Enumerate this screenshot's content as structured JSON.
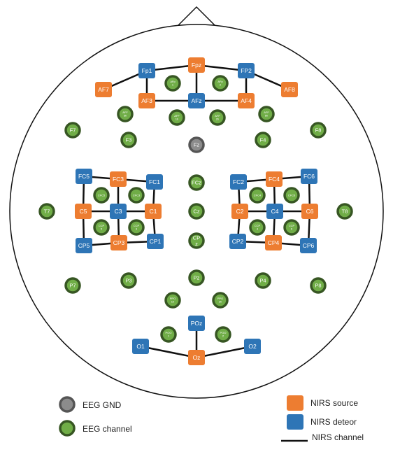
{
  "colors": {
    "source": "#ED7D31",
    "detector": "#2E75B6",
    "eeg_fill": "#70AD47",
    "eeg_ring": "#375623",
    "gnd_fill": "#8C8C8C",
    "gnd_ring": "#555555",
    "line": "#111111"
  },
  "sources": [
    "Fpz",
    "AF7",
    "AF3",
    "AF4",
    "AF8",
    "FC3",
    "C5",
    "C1",
    "CP3",
    "FC4",
    "C2",
    "C6",
    "CP4",
    "Oz"
  ],
  "detectors": [
    "Fp1",
    "FP2",
    "AFz",
    "FC5",
    "FC1",
    "C3",
    "CP5",
    "CP1",
    "FC2",
    "FC6",
    "C4",
    "CP2",
    "CP6",
    "POz",
    "O1",
    "O2"
  ],
  "eeg_channels": [
    {
      "id": "F7",
      "small": false
    },
    {
      "id": "F3",
      "small": false
    },
    {
      "id": "F4",
      "small": false
    },
    {
      "id": "F8",
      "small": false
    },
    {
      "id": "T7",
      "small": false
    },
    {
      "id": "T8",
      "small": false
    },
    {
      "id": "FCz",
      "small": false
    },
    {
      "id": "Cz",
      "small": false
    },
    {
      "id": "CP\nz",
      "small": false
    },
    {
      "id": "P7",
      "small": false
    },
    {
      "id": "P3",
      "small": false
    },
    {
      "id": "Pz",
      "small": false
    },
    {
      "id": "P4",
      "small": false
    },
    {
      "id": "P8",
      "small": false
    },
    {
      "id": "AFp\n1",
      "small": true
    },
    {
      "id": "AFp\n2",
      "small": true
    },
    {
      "id": "AFF\n5h",
      "small": true
    },
    {
      "id": "AFF\n1h",
      "small": true
    },
    {
      "id": "AFF\n2h",
      "small": true
    },
    {
      "id": "AFF\n6h",
      "small": true
    },
    {
      "id": "CFC5",
      "small": true
    },
    {
      "id": "CFC3",
      "small": true
    },
    {
      "id": "CFC4",
      "small": true
    },
    {
      "id": "CFC6",
      "small": true
    },
    {
      "id": "CCP\n5",
      "small": true
    },
    {
      "id": "CCP\n3",
      "small": true
    },
    {
      "id": "CCP\n4",
      "small": true
    },
    {
      "id": "CCP\n6",
      "small": true
    },
    {
      "id": "PPO\n1h",
      "small": true
    },
    {
      "id": "PPO\n2h",
      "small": true
    },
    {
      "id": "POO\n1",
      "small": true
    },
    {
      "id": "POO\n2",
      "small": true
    }
  ],
  "ground": "Fz",
  "channels": [
    [
      "AF7",
      "Fp1"
    ],
    [
      "Fp1",
      "Fpz"
    ],
    [
      "Fpz",
      "FP2"
    ],
    [
      "FP2",
      "AF8"
    ],
    [
      "Fp1",
      "AF3"
    ],
    [
      "Fpz",
      "AFz"
    ],
    [
      "FP2",
      "AF4"
    ],
    [
      "AF3",
      "AFz"
    ],
    [
      "AFz",
      "AF4"
    ],
    [
      "FC5",
      "FC3"
    ],
    [
      "FC3",
      "FC1"
    ],
    [
      "FC5",
      "C5"
    ],
    [
      "FC3",
      "C3"
    ],
    [
      "FC1",
      "C1"
    ],
    [
      "C5",
      "C3"
    ],
    [
      "C3",
      "C1"
    ],
    [
      "C5",
      "CP5"
    ],
    [
      "C3",
      "CP3"
    ],
    [
      "C1",
      "CP1"
    ],
    [
      "CP5",
      "CP3"
    ],
    [
      "CP3",
      "CP1"
    ],
    [
      "FC2",
      "FC4"
    ],
    [
      "FC4",
      "FC6"
    ],
    [
      "FC2",
      "C2"
    ],
    [
      "FC4",
      "C4"
    ],
    [
      "FC6",
      "C6"
    ],
    [
      "C2",
      "C4"
    ],
    [
      "C4",
      "C6"
    ],
    [
      "C2",
      "CP2"
    ],
    [
      "C4",
      "CP4"
    ],
    [
      "C6",
      "CP6"
    ],
    [
      "CP2",
      "CP4"
    ],
    [
      "CP4",
      "CP6"
    ],
    [
      "O1",
      "Oz"
    ],
    [
      "Oz",
      "O2"
    ],
    [
      "POz",
      "Oz"
    ]
  ],
  "legend": {
    "gnd": "EEG GND",
    "eeg": "EEG channel",
    "source": "NIRS source",
    "detector": "NIRS deteor",
    "channel": "NIRS channel"
  }
}
